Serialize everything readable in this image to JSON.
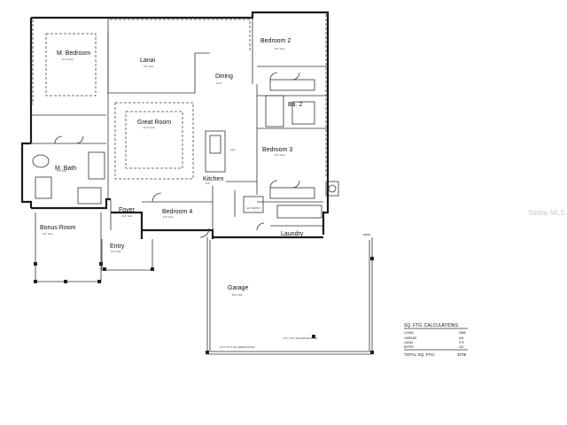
{
  "rooms": {
    "m_bedroom": "M. Bedroom",
    "lanai": "Lanai",
    "bedroom_2": "Bedroom 2",
    "dining": "Dining",
    "bath_2": "Ba. 2",
    "great_room": "Great Room",
    "bedroom_3": "Bedroom 3",
    "m_bath": "M. Bath",
    "kitchen": "Kitchen",
    "foyer": "Foyer",
    "bedroom_4": "Bedroom 4",
    "laundry": "Laundry",
    "bonus_room": "Bonus Room",
    "entry": "Entry",
    "garage": "Garage"
  },
  "calculations": {
    "title": "SQ. FTG. CALCULATIONS:",
    "rows": [
      {
        "label": "LIVING",
        "value": "2665"
      },
      {
        "label": "GARAGE",
        "value": "641"
      },
      {
        "label": "LANAI",
        "value": "270"
      },
      {
        "label": "ENTRY",
        "value": "112"
      }
    ],
    "total_label": "TOTAL SQ. FTG.:",
    "total_value": "3706"
  },
  "watermark": "Stellar MLS"
}
